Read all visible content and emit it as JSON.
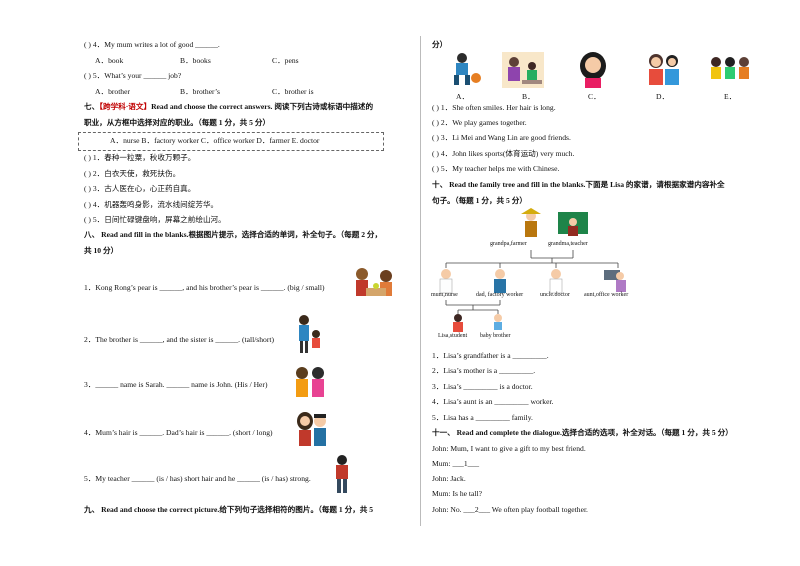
{
  "left": {
    "q4": "(        ) 4．My mum writes a lot of good ______.",
    "q4_opts": [
      "A．book",
      "B．books",
      "C．pens"
    ],
    "q5": "(        ) 5．What’s your ______ job?",
    "q5_opts": [
      "A．brother",
      "B．brother’s",
      "C．brother is"
    ],
    "s7": {
      "num": "七、",
      "tag": "【跨学科·语文】",
      "title1": "Read and choose the correct answers. 阅读下列古诗或标语中描述的",
      "title2": "职业，从方框中选择对应的职业。（每题 1 分，共 5 分）",
      "box": "A．nurse   B．factory worker   C．office worker   D．farmer   E. doctor",
      "items": [
        "(        ) 1．春种一粒粟，秋收万颗子。",
        "(        ) 2．白衣天使，救死扶伤。",
        "(        ) 3．古人医在心，心正药自真。",
        "(        ) 4．机器轰鸣身影，流水线间绽芳华。",
        "(        ) 5．日间忙碌键盘响，屏幕之前绘山河。"
      ]
    },
    "s8": {
      "title1": "八、   Read and fill in the blanks.根据图片提示，选择合适的单词，补全句子。（每题 2 分，",
      "title2": "共 10 分）",
      "items": [
        "1．Kong Rong’s pear is ______, and his brother’s pear is ______. (big / small)",
        "2．The brother is ______, and the sister is ______. (tall/short)",
        "3．______ name is Sarah. ______ name is John. (His / Her)",
        "4．Mum’s hair is ______. Dad’s hair is ______. (short / long)",
        "5．My teacher ______ (is / has) short hair and he ______ (is / has) strong."
      ]
    },
    "s9": "九、   Read and choose the correct picture.给下列句子选择相符的图片。（每题 1 分，共 5"
  },
  "right": {
    "s9_cont": "分）",
    "pic_labels": [
      "A．",
      "B．",
      "C．",
      "D．",
      "E．"
    ],
    "s9_items": [
      "(        ) 1．She often smiles. Her hair is long.",
      "(        ) 2．We play games together.",
      "(        ) 3．Li Mei and Wang Lin are good friends.",
      "(        ) 4．John likes sports(体育运动) very much.",
      "(        ) 5．My teacher helps me with Chinese."
    ],
    "s10_title1": "十、   Read the family tree and fill in the blanks.下面是 Lisa 的家谱，请根据家谱内容补全",
    "s10_title2": "句子。（每题 1 分，共 5 分）",
    "tree": {
      "grandpa": "grandpa,farmer",
      "grandma": "grandma,teacher",
      "mum": "mum,nurse",
      "dad": "dad, factory worker",
      "uncle": "uncle.doctor",
      "aunt": "aunt,office worker",
      "lisa": "Lisa,student",
      "baby": "baby brother"
    },
    "s10_items": [
      "1．Lisa’s grandfather is a _________.",
      "2．Lisa’s mother is a _________.",
      "3．Lisa’s _________ is a doctor.",
      "4．Lisa’s aunt is an _________ worker.",
      "5．Lisa has a _________ family."
    ],
    "s11_title": "十一、   Read and complete the dialogue.选择合适的选项，补全对话。（每题 1 分，共 5 分）",
    "dialogue": [
      "John: Mum, I want to give a gift to my best friend.",
      "Mum: ___1___",
      "John: Jack.",
      "Mum: Is he tall?",
      "John: No. ___2___ We often play football together."
    ]
  }
}
